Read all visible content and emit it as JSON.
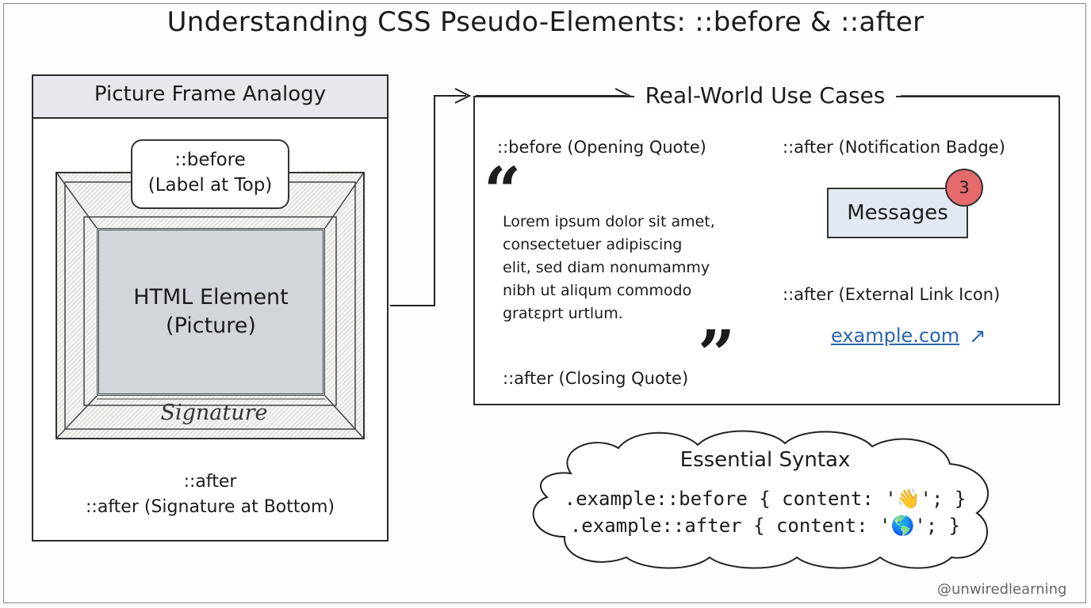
{
  "title": "Understanding CSS Pseudo-Elements: ::before & ::after",
  "analogy": {
    "header": "Picture Frame Analogy",
    "before_tag_line1": "::before",
    "before_tag_line2": "(Label at Top)",
    "picture_line1": "HTML Element",
    "picture_line2": "(Picture)",
    "signature": "Signature",
    "after_small": "::after",
    "after_caption": "::after (Signature at Bottom)"
  },
  "use_cases": {
    "title": "Real-World Use Cases",
    "opening_quote_label": "::before (Opening Quote)",
    "open_mark": "“",
    "lorem_lines": [
      "Lorem ipsum dolor sit amet,",
      "consectetuer adipiscing",
      "elit,  sed diam nonumammy",
      "nibh ut aliqum commodo",
      "gratεprt urtlum."
    ],
    "close_mark": "”",
    "closing_quote_label": "::after (Closing Quote)",
    "badge_label": "::after (Notification Badge)",
    "messages_button": "Messages",
    "badge_count": "3",
    "external_label": "::after (External Link Icon)",
    "link_text": "example.com",
    "link_icon": "arrow-up-right-icon"
  },
  "syntax": {
    "title": "Essential Syntax",
    "line1": ".example::before { content: '👋'; }",
    "line2": ".example::after { content: '🌎'; }"
  },
  "credit": "@unwiredlearning",
  "colors": {
    "panel_header": "#e6e8ec",
    "picture_fill": "#d2d5da",
    "badge": "#e56a6c",
    "link": "#2a65b0",
    "button_fill": "#e3e9f3"
  }
}
